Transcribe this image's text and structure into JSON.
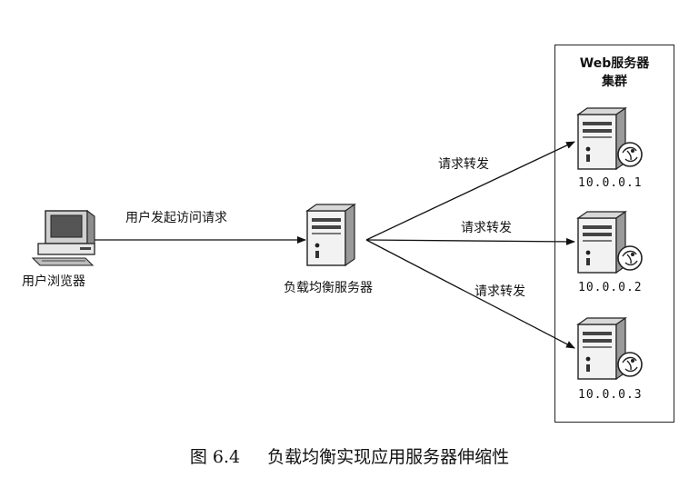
{
  "browser": {
    "label": "用户浏览器"
  },
  "request_label": "用户发起访问请求",
  "balancer": {
    "label": "负载均衡服务器"
  },
  "forward_labels": [
    "请求转发",
    "请求转发",
    "请求转发"
  ],
  "cluster": {
    "title_line1": "Web服务器",
    "title_line2": "集群"
  },
  "servers": [
    {
      "ip": "10.0.0.1"
    },
    {
      "ip": "10.0.0.2"
    },
    {
      "ip": "10.0.0.3"
    }
  ],
  "caption": {
    "number": "图 6.4",
    "text": "负载均衡实现应用服务器伸缩性"
  }
}
